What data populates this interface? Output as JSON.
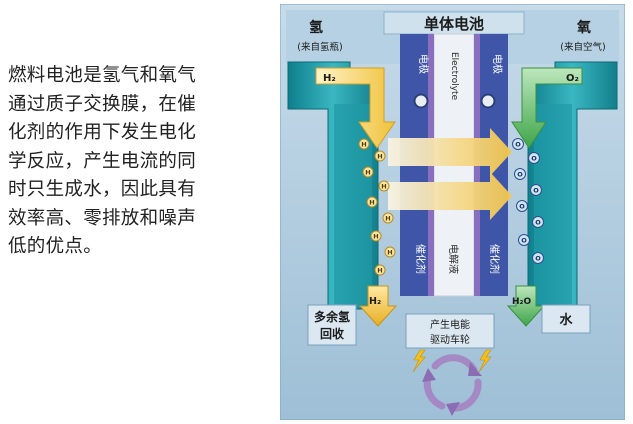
{
  "description_lines": [
    "燃料电池是氢气和氧气",
    "通过质子交换膜，在催",
    "化剂的作用下发生电化",
    "学反应，产生电流的同",
    "时只生成水，因此具有",
    "效率高、零排放和噪声",
    "低的优点。"
  ],
  "diagram": {
    "title": "单体电池",
    "hydrogen_label": "氢",
    "hydrogen_source": "(来自氢瓶)",
    "oxygen_label": "氧",
    "oxygen_source": "(来自空气)",
    "h2_in": "H₂",
    "o2_in": "O₂",
    "electrode_left": "电极",
    "electrolyte_top": "Electrolyte",
    "electrode_right": "电极",
    "catalyst_left": "催化剂",
    "electrolyte_bottom": "电解液",
    "catalyst_right": "催化剂",
    "h2_out": "H₂",
    "h2o_out": "H₂O",
    "recycle_line1": "多余氢",
    "recycle_line2": "回收",
    "drive_line1": "产生电能",
    "drive_line2": "驱动车轮",
    "water_label": "水",
    "particle_h": "H",
    "particle_o": "O",
    "colors": {
      "frame_bg": "#a7c6dc",
      "bipolar_plate": "#1a98a4",
      "electrode_blue": "#3f56a8",
      "electrolyte_white": "#f1f4f7",
      "hydrogen_arrow": "#f0c23b",
      "oxygen_arrow": "#58b85f",
      "cycle_arrow": "#a489c4"
    }
  }
}
